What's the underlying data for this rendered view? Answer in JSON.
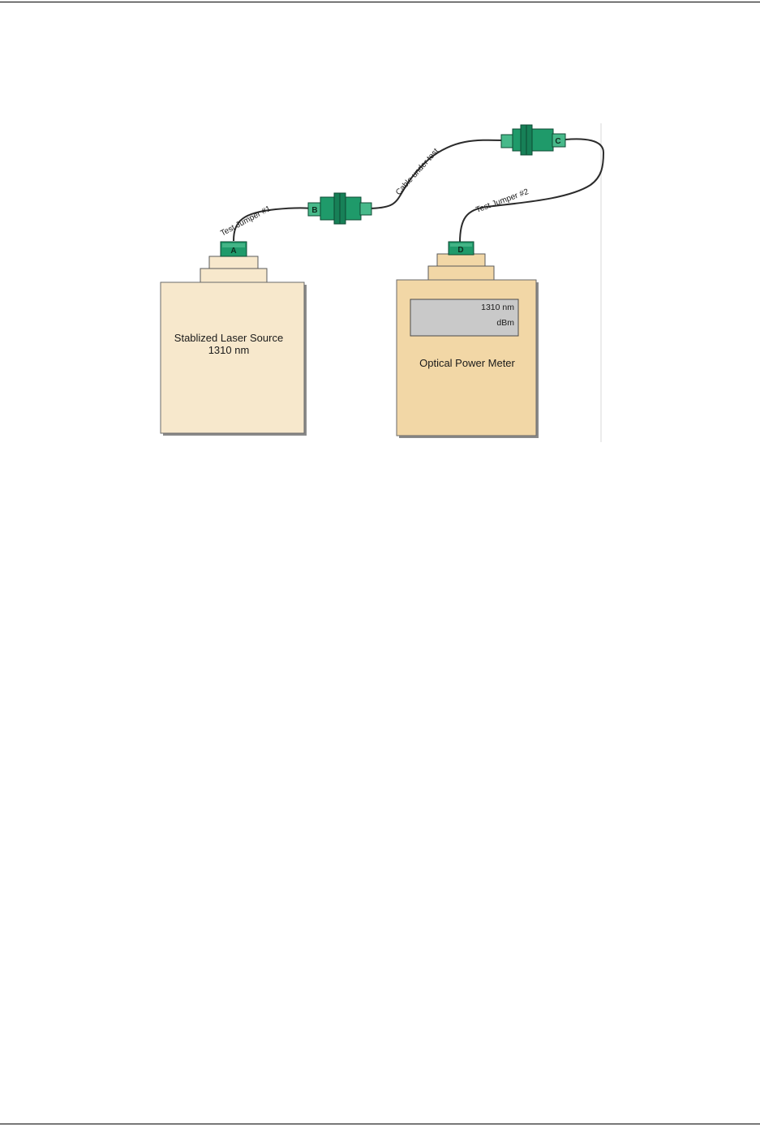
{
  "laser_source": {
    "line1": "Stablized Laser Source",
    "line2": "1310 nm",
    "color": "#f7e8cc"
  },
  "power_meter": {
    "title": "Optical Power Meter",
    "screen_line1": "1310 nm",
    "screen_line2": "dBm",
    "color": "#f2d7a6",
    "screen_color": "#c9c9c9"
  },
  "cables": {
    "jumper1": "Test Jumper #1",
    "cable_under_test": "Cable under test",
    "jumper2": "Test Jumper #2"
  },
  "connectors": {
    "a": "A",
    "b": "B",
    "c": "C",
    "d": "D",
    "color": "#1f9a6a"
  }
}
